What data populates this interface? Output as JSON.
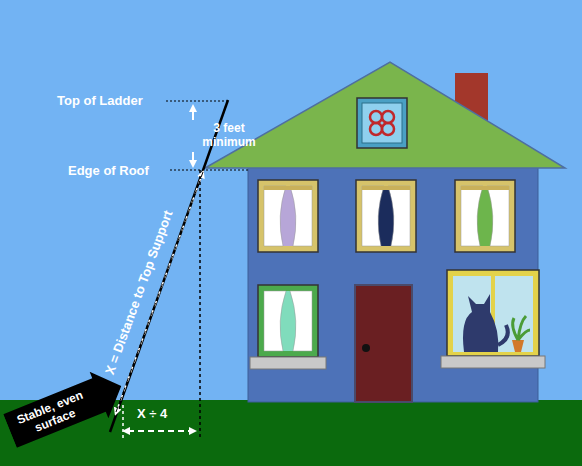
{
  "diagram": {
    "nodes": [
      {
        "text": [
          "Stable, even surface"
        ]
      }
    ],
    "labels": [
      "Top of Ladder",
      "3 feet minimum",
      "Edge of Roof",
      "X = Distance to Top Support",
      "X ÷ 4"
    ]
  }
}
